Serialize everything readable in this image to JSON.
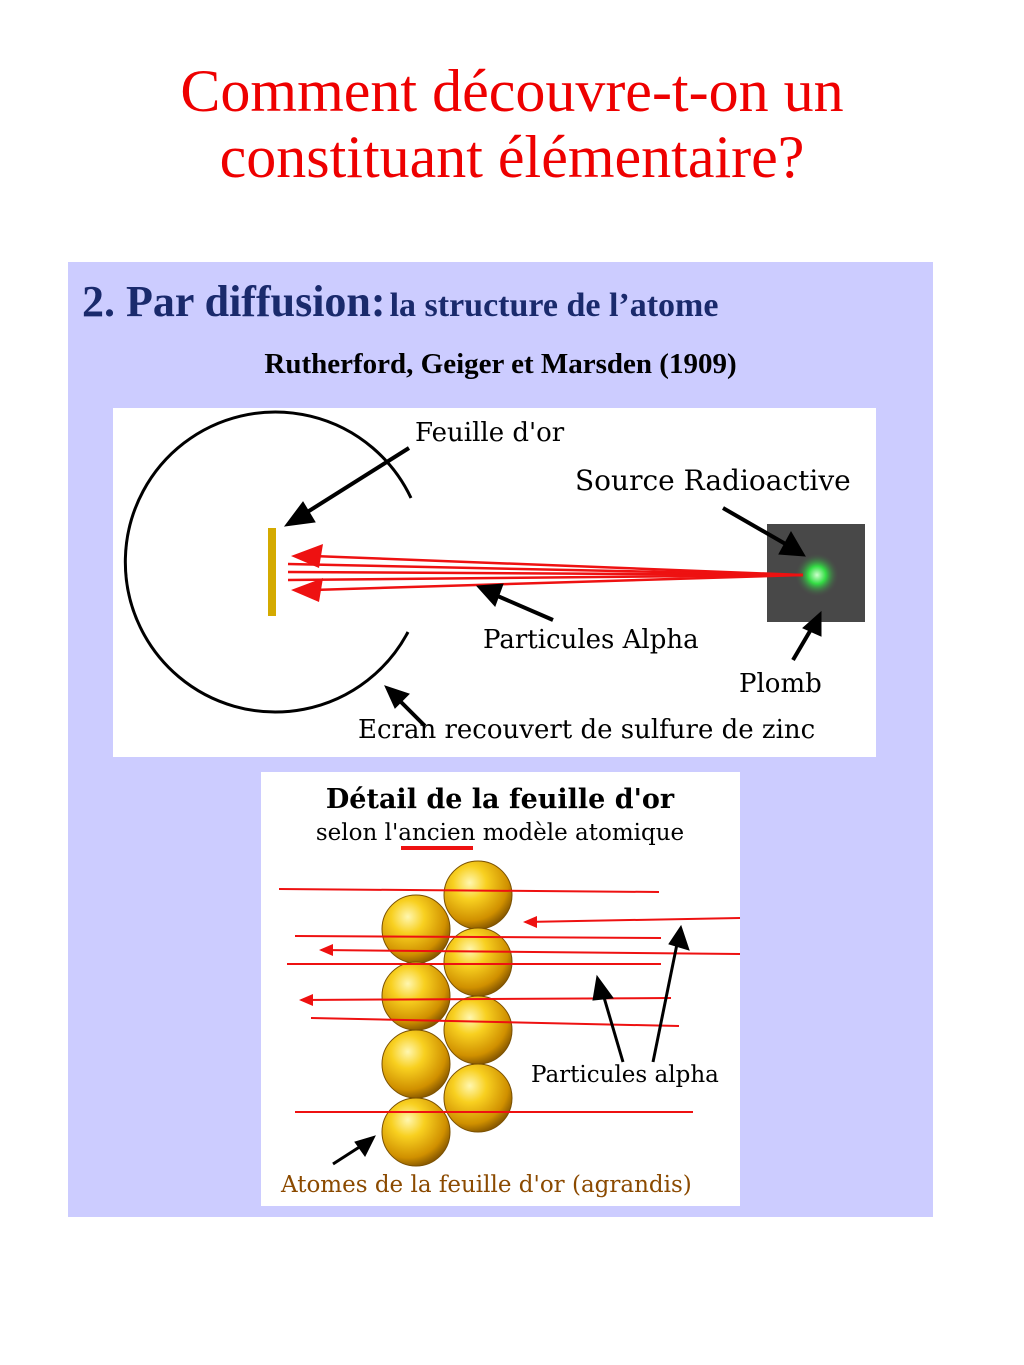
{
  "title": {
    "line1": "Comment découvre-t-on un",
    "line2": "constituant élémentaire?"
  },
  "panel": {
    "heading_main": "2. Par diffusion:",
    "heading_sub": "la structure de l’atome",
    "authors": "Rutherford, Geiger et Marsden (1909)"
  },
  "diagram1": {
    "label_foil": "Feuille d'or",
    "label_source": "Source Radioactive",
    "label_alpha": "Particules Alpha",
    "label_lead": "Plomb",
    "label_screen": "Ecran recouvert de sulfure de zinc"
  },
  "diagram2": {
    "title": "Détail de la feuille d'or",
    "subtitle_before": "selon l'",
    "subtitle_emph": "ancien",
    "subtitle_after": " modèle atomique",
    "label_alpha": "Particules alpha",
    "label_atoms": "Atomes de la feuille d'or (agrandis)"
  },
  "colors": {
    "title": "#ee0000",
    "heading": "#1a2a6c",
    "panel": "#ccccff",
    "ray": "#ee1111",
    "gold": "#d4aa00",
    "atoms_label": "#8b4a00"
  }
}
